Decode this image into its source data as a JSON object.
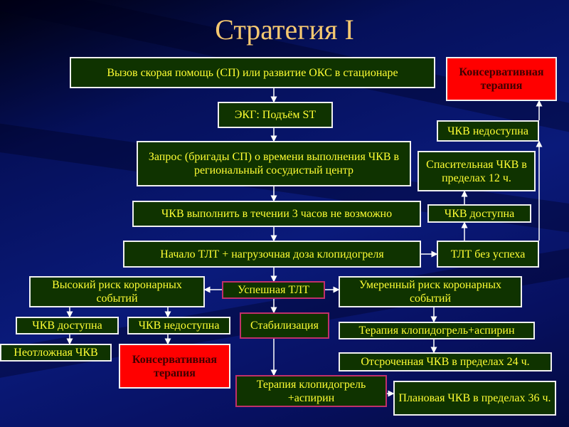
{
  "title": "Стратегия I",
  "boxes": {
    "call": "Вызов скорая помощь (СП) или развитие ОКС в стационаре",
    "conservative_top": "Консервативная терапия",
    "ecg": "ЭКГ: Подъём ST",
    "request": "Запрос (бригады СП) о времени выполнения ЧКВ в региональный сосудистый центр",
    "pci_impossible": "ЧКВ выполнить в течении 3 часов не возможно",
    "tlt_start": "Начало ТЛТ + нагрузочная доза клопидогреля",
    "tlt_fail": "ТЛТ без успеха",
    "pci_available_right": "ЧКВ доступна",
    "rescue_pci": "Спасительная ЧКВ в пределах 12 ч.",
    "pci_unavailable_right": "ЧКВ недоступна",
    "high_risk": "Высокий риск коронарных событий",
    "tlt_success": "Успешная ТЛТ",
    "moderate_risk": "Умеренный риск коронарных событий",
    "pci_available_left": "ЧКВ доступна",
    "pci_unavailable_left": "ЧКВ недоступна",
    "urgent_pci": "Неотложная ЧКВ",
    "conservative_bottom": "Консервативная терапия",
    "stabilization": "Стабилизация",
    "clopi_right": "Терапия клопидогрель+аспирин",
    "delayed_pci": "Отсроченная ЧКВ в пределах 24 ч.",
    "clopi_bottom": "Терапия клопидогрель +аспирин",
    "planned_pci": "Плановая ЧКВ в пределах 36 ч."
  }
}
